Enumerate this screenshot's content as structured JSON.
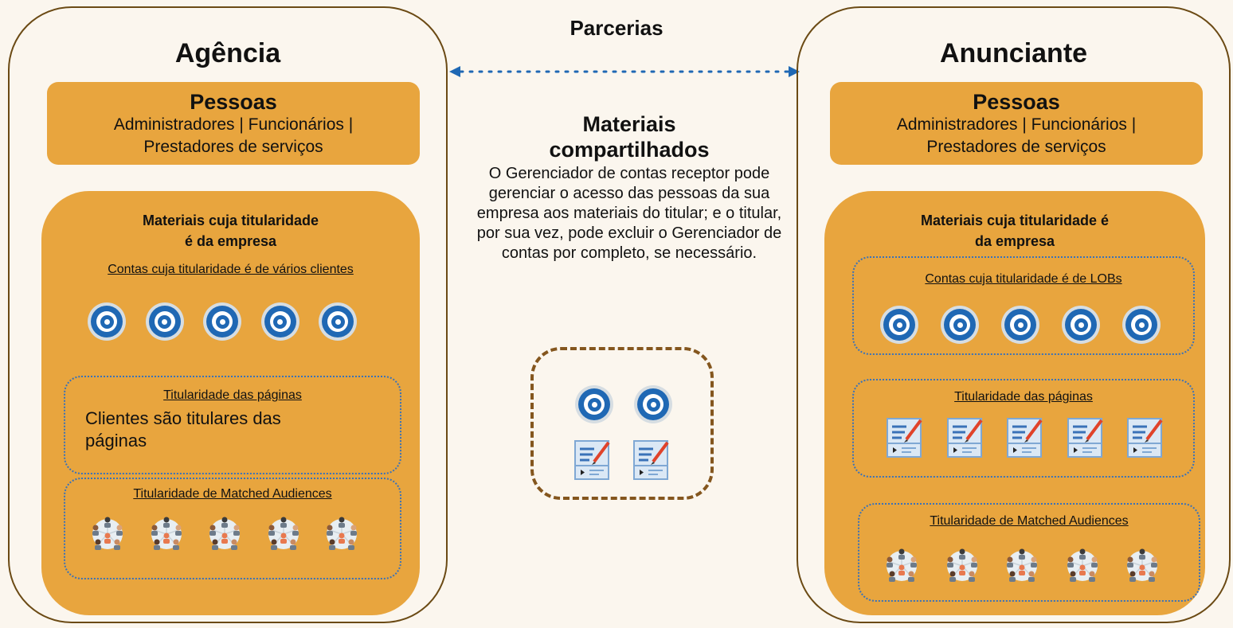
{
  "center": {
    "partnerships_label": "Parcerias",
    "shared_title": "Materiais compartilhados",
    "shared_description": "O Gerenciador de contas receptor pode gerenciar o acesso das pessoas da sua empresa aos materiais do titular; e o titular, por sua vez, pode excluir o Gerenciador de contas por completo, se necessário."
  },
  "agency": {
    "title": "Agência",
    "people_title": "Pessoas",
    "people_desc": "Administradores | Funcionários | Prestadores de serviços",
    "assets_title": "Materiais cuja titularidade é da empresa",
    "accounts_label": "Contas cuja titularidade é de vários clientes",
    "pages_label": "Titularidade das páginas",
    "pages_note": "Clientes são titulares das páginas",
    "audiences_label": "Titularidade de Matched Audiences"
  },
  "advertiser": {
    "title": "Anunciante",
    "people_title": "Pessoas",
    "people_desc": "Administradores | Funcionários | Prestadores de serviços",
    "assets_title": "Materiais cuja titularidade é da empresa",
    "accounts_label": "Contas cuja titularidade é de LOBs",
    "pages_label": "Titularidade das páginas",
    "audiences_label": "Titularidade de Matched Audiences"
  },
  "icons": {
    "account": "target-icon",
    "page": "page-edit-icon",
    "audience": "audience-network-icon"
  },
  "colors": {
    "box_fill": "#e8a53e",
    "panel_border": "#6b4a14",
    "dotted_border": "#3a72b8",
    "icon_blue": "#1f68b4",
    "background": "#fbf6ee"
  }
}
